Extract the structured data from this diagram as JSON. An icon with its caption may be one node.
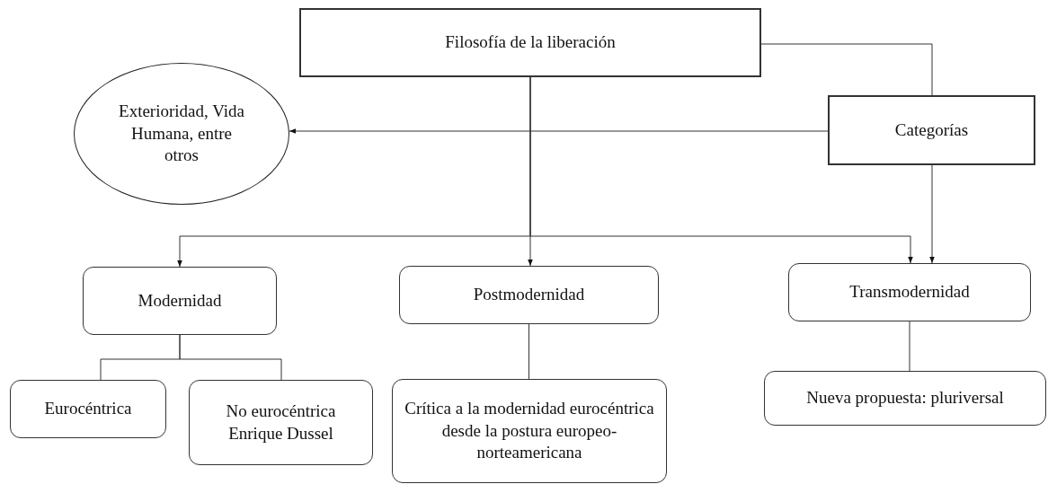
{
  "diagram": {
    "nodes": [
      {
        "text": [
          "Filosofía de la liberación"
        ]
      },
      {
        "text": [
          "Exterioridad, Vida Humana, entre otros"
        ]
      },
      {
        "text": [
          "Categorías"
        ]
      },
      {
        "text": [
          "Modernidad"
        ]
      },
      {
        "text": [
          "Postmodernidad"
        ]
      },
      {
        "text": [
          "Transmodernidad"
        ]
      },
      {
        "text": [
          "Eurocéntrica"
        ]
      },
      {
        "text": [
          "No eurocéntrica Enrique Dussel"
        ]
      },
      {
        "text": [
          "Crítica a la modernidad eurocéntrica desde la postura europeo-norteamericana"
        ]
      },
      {
        "text": [
          "Nueva propuesta: pluriversal"
        ]
      }
    ],
    "edges": [
      {
        "from": 0,
        "to": 2,
        "arrow": "none"
      },
      {
        "from": 2,
        "to": 1,
        "arrow": "to"
      },
      {
        "from": 0,
        "to": 3,
        "arrow": "to"
      },
      {
        "from": 0,
        "to": 4,
        "arrow": "to"
      },
      {
        "from": 0,
        "to": 5,
        "arrow": "to"
      },
      {
        "from": 2,
        "to": 5,
        "arrow": "to"
      },
      {
        "from": 3,
        "to": 6,
        "arrow": "none"
      },
      {
        "from": 3,
        "to": 7,
        "arrow": "none"
      },
      {
        "from": 4,
        "to": 8,
        "arrow": "none"
      },
      {
        "from": 5,
        "to": 9,
        "arrow": "none"
      }
    ]
  }
}
